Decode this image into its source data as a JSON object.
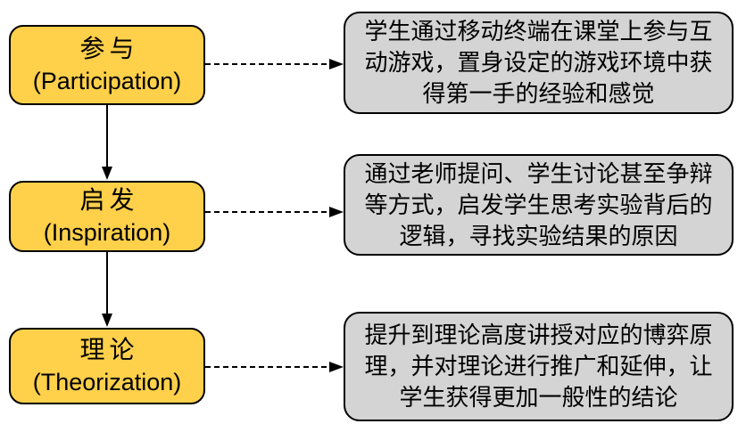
{
  "diagram": {
    "background_color": "#FFFFFF",
    "colors": {
      "stage_fill": "#FFD04A",
      "stage_border": "#000000",
      "detail_fill": "#D4D4D4",
      "detail_border": "#000000",
      "arrow": "#000000"
    },
    "stages": [
      {
        "title_zh": "参与",
        "title_en": "(Participation)",
        "description": "学生通过移动终端在课堂上参与互动游戏，置身设定的游戏环境中获得第一手的经验和感觉",
        "lines": [
          "学生通过移动终端在课堂上参与互",
          "动游戏，置身设定的游戏环境中获",
          "得第一手的经验和感觉"
        ]
      },
      {
        "title_zh": "启发",
        "title_en": "(Inspiration)",
        "description": "通过老师提问、学生讨论甚至争辩等方式，启发学生思考实验背后的逻辑，寻找实验结果的原因",
        "lines": [
          "通过老师提问、学生讨论甚至争辩",
          "等方式，启发学生思考实验背后的",
          "逻辑，寻找实验结果的原因"
        ]
      },
      {
        "title_zh": "理论",
        "title_en": "(Theorization)",
        "description": "提升到理论高度讲授对应的博弈原理，并对理论进行推广和延伸，让学生获得更加一般性的结论",
        "lines": [
          "提升到理论高度讲授对应的博弈原",
          "理，并对理论进行推广和延伸，让",
          "学生获得更加一般性的结论"
        ]
      }
    ]
  }
}
